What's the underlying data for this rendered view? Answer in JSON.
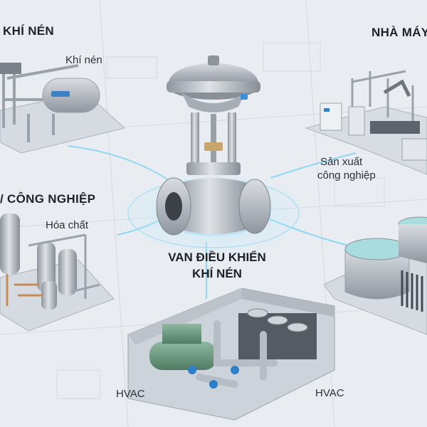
{
  "center": {
    "line1": "VAN ĐIỀU KHIỂN",
    "line2": "KHÍ NÉN"
  },
  "sections": {
    "top_left_heading": "KHÍ NÉN",
    "top_left_caption": "Khí nén",
    "top_right_heading": "NHÀ MÁY",
    "top_right_caption_line1": "Sản xuất",
    "top_right_caption_line2": "công nghiệp",
    "mid_left_heading": "/ CÔNG NGHIỆP",
    "mid_left_caption": "Hóa chất",
    "bottom_caption_left": "HVAC",
    "bottom_caption_right": "HVAC"
  },
  "colors": {
    "background": "#e9edf2",
    "glow": "#7fd3f2",
    "steel": "#b9bfc6",
    "green_equipment": "#6f9c82",
    "text": "#1d232b"
  }
}
